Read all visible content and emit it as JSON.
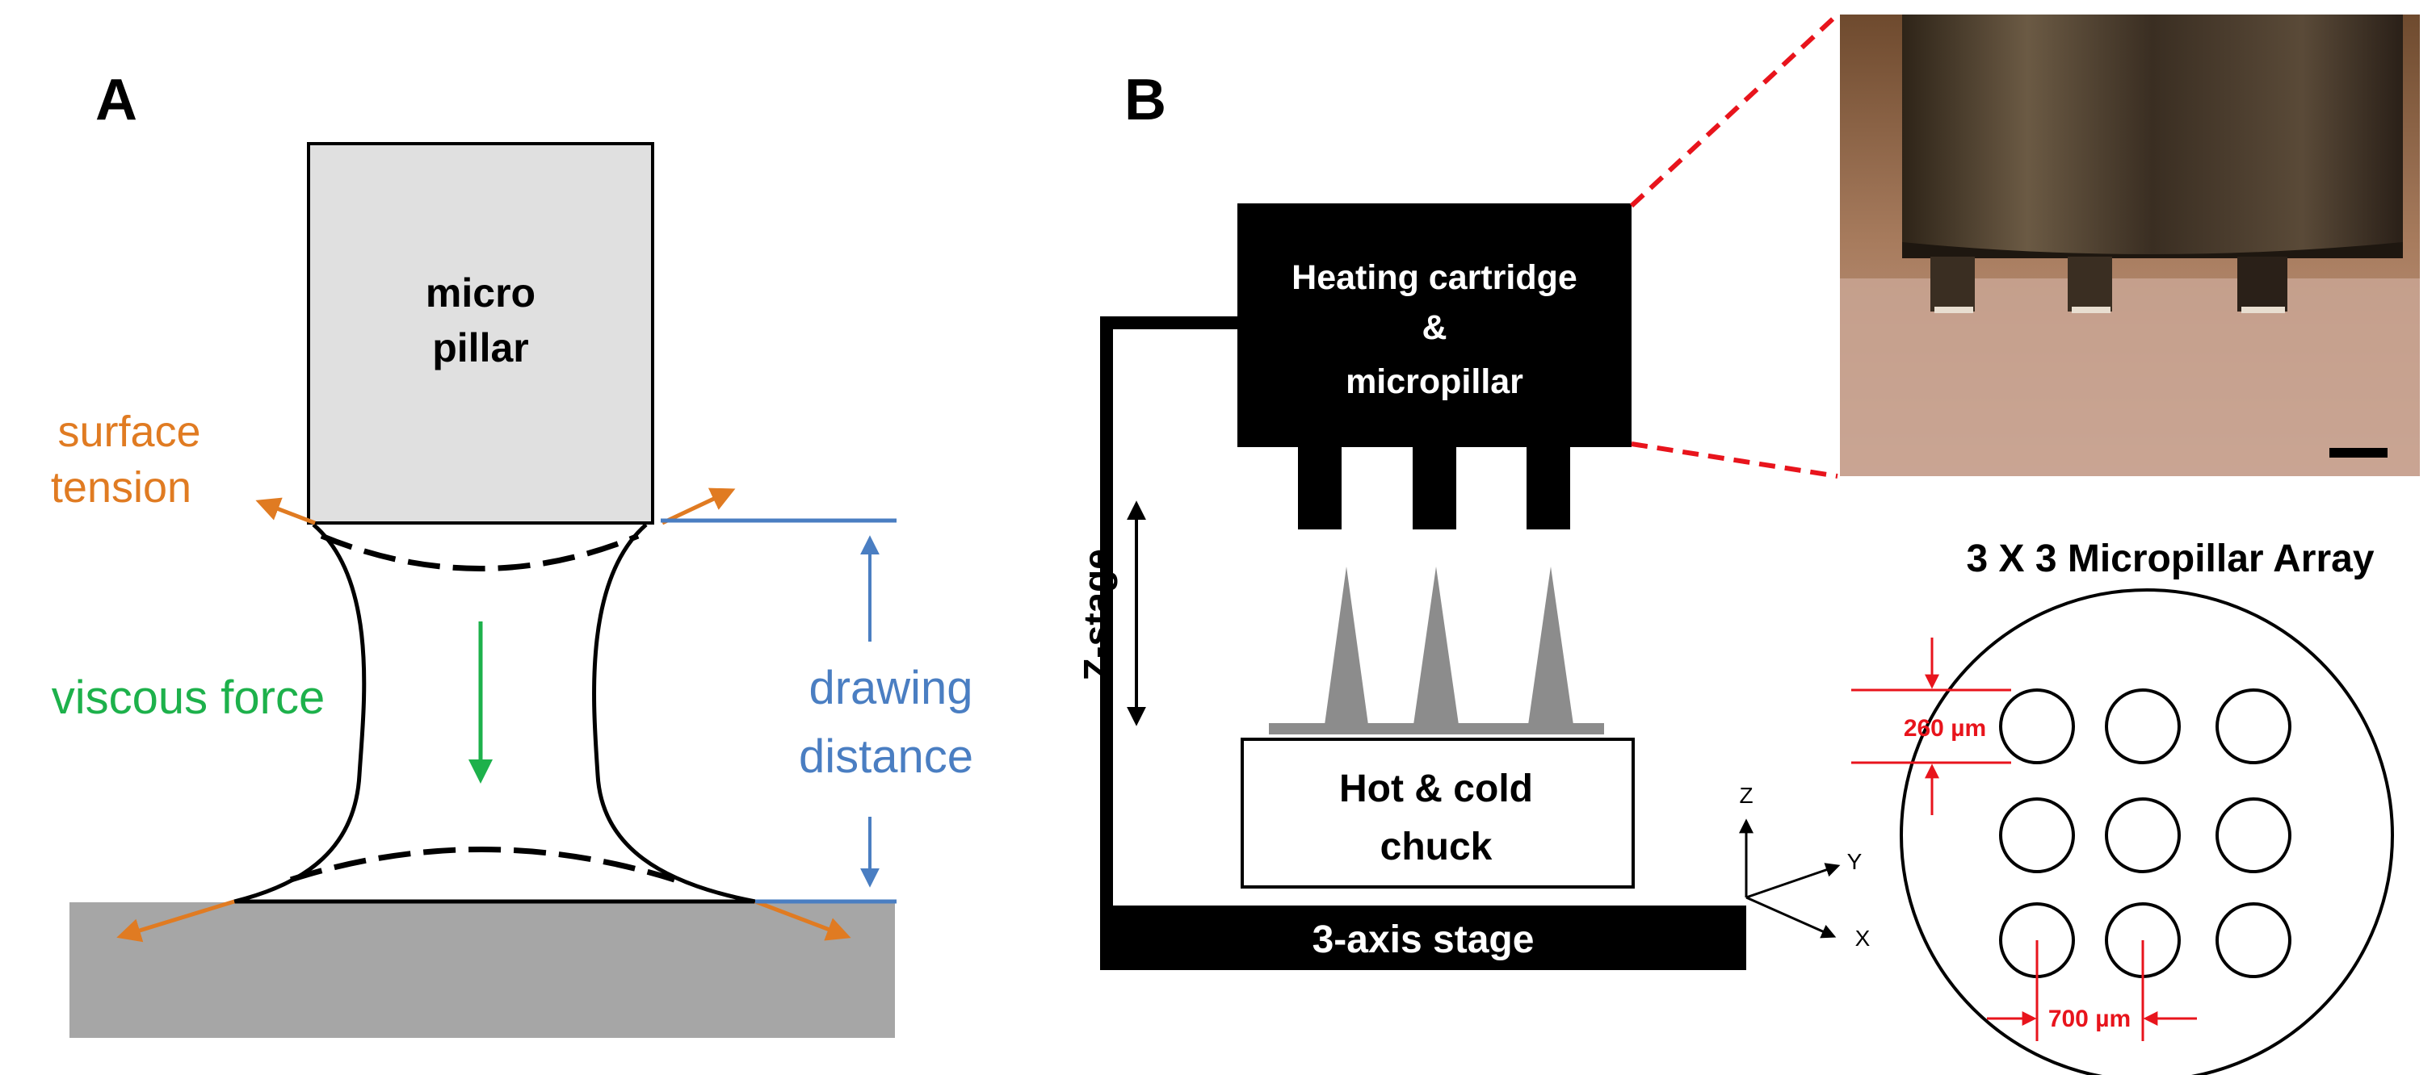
{
  "panel_a": {
    "label": "A",
    "pillar_label_line1": "micro",
    "pillar_label_line2": "pillar",
    "surface_tension_line1": "surface",
    "surface_tension_line2": "tension",
    "viscous_force": "viscous force",
    "drawing_distance_line1": "drawing",
    "drawing_distance_line2": "distance"
  },
  "panel_b": {
    "label": "B",
    "heater_line1": "Heating cartridge",
    "heater_line2": "&",
    "heater_line3": "micropillar",
    "z_stage": "Z-stage",
    "chuck_line1": "Hot & cold",
    "chuck_line2": "chuck",
    "axis_stage": "3-axis stage",
    "axis_z": "Z",
    "axis_y": "Y",
    "axis_x": "X",
    "array_title": "3 X 3 Micropillar Array",
    "dim_diameter": "260 µm",
    "dim_pitch": "700 µm"
  },
  "colors": {
    "orange": "#E07B22",
    "green": "#1DB14B",
    "blue": "#4A7EC2",
    "red": "#E8141C",
    "pillar_fill": "#E0E0E0",
    "substrate_fill": "#A6A6A6",
    "needle_fill": "#8C8C8C"
  }
}
